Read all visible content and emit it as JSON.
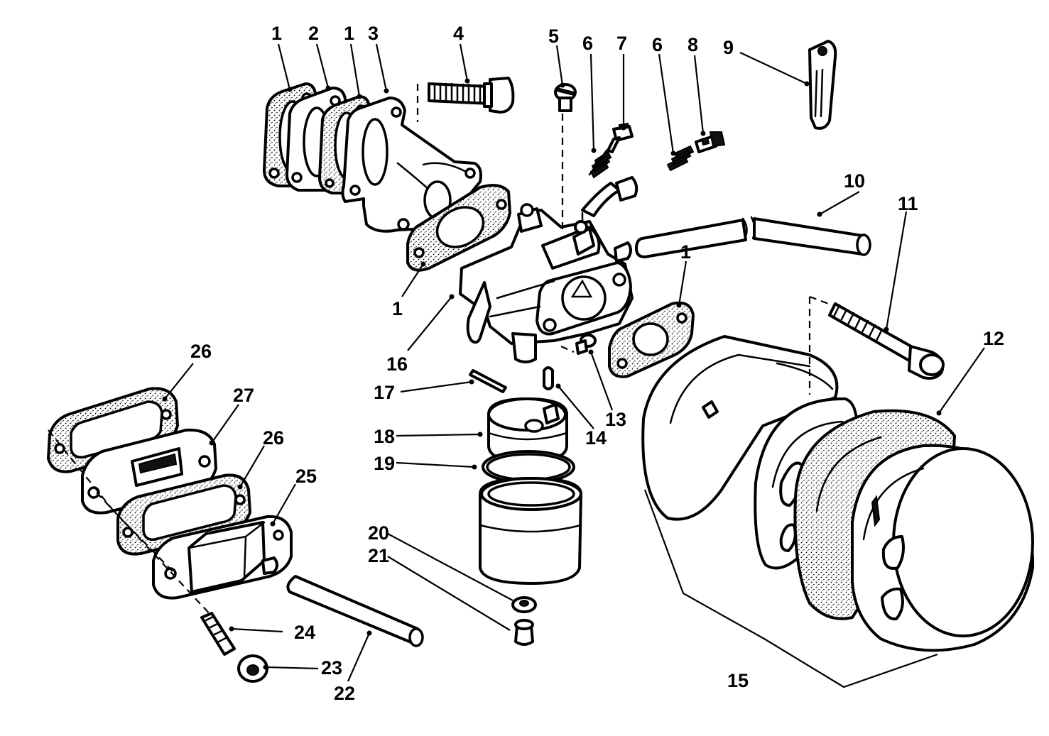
{
  "callouts": {
    "c1a": "1",
    "c2": "2",
    "c1b": "1",
    "c3": "3",
    "c4": "4",
    "c5": "5",
    "c6a": "6",
    "c7": "7",
    "c6b": "6",
    "c8": "8",
    "c9": "9",
    "c10": "10",
    "c11": "11",
    "c12": "12",
    "c1c": "1",
    "c1d": "1",
    "c16": "16",
    "c17": "17",
    "c18": "18",
    "c19": "19",
    "c14": "14",
    "c13": "13",
    "c20": "20",
    "c21": "21",
    "c26a": "26",
    "c27": "27",
    "c26b": "26",
    "c25": "25",
    "c24": "24",
    "c23": "23",
    "c22": "22",
    "c15": "15"
  },
  "colors": {
    "ink": "#000000",
    "paper": "#ffffff"
  }
}
